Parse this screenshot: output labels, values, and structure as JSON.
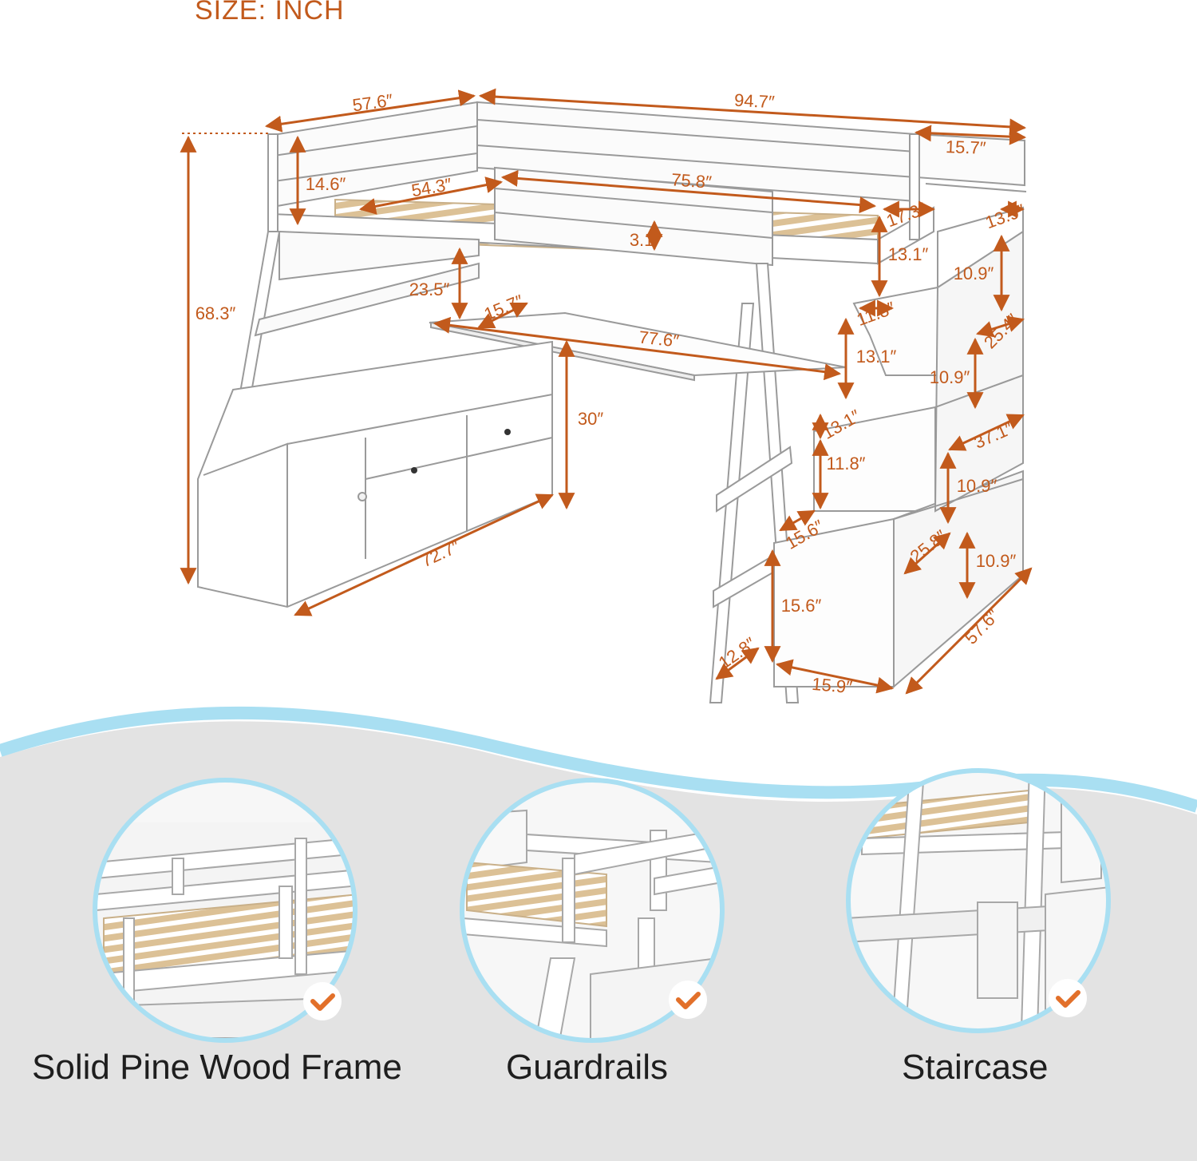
{
  "header": {
    "size_unit_label": "SIZE: INCH"
  },
  "colors": {
    "dimension_orange": "#c25a1c",
    "frame_stroke": "#9a9a9a",
    "slat_wood": "#dcc196",
    "wave_blue": "#a9dff2",
    "panel_gray": "#e3e3e3",
    "circle_border": "#a9dff2",
    "check_badge": "#e2702a"
  },
  "dimensions": {
    "overall_width": "57.6″",
    "overall_length": "94.7″",
    "stair_top_width": "15.7″",
    "overall_height": "68.3″",
    "guardrail_height": "14.6″",
    "mattress_width": "54.3″",
    "mattress_length": "75.8″",
    "slat_gap": "3.1″",
    "stair_step_depth_top": "17.3″",
    "stair_rail_top": "13.9″",
    "step_height_1": "13.1″",
    "step_drawer_1": "10.9″",
    "desk_clearance": "23.5″",
    "desk_depth": "15.7″",
    "step_depth_2": "11.8″",
    "stair_width_upper": "25.4″",
    "desk_length": "77.6″",
    "step_height_2": "13.1″",
    "step_drawer_2": "10.9″",
    "desk_height": "30″",
    "step_height_3": "13.1″",
    "stair_total_depth": "37.1″",
    "step_depth_3": "11.8″",
    "step_drawer_3": "10.9″",
    "step_height_4": "15.6″",
    "stair_width_lower": "25.8″",
    "step_drawer_4": "10.9″",
    "cabinet_length": "72.7″",
    "bottom_step_height": "15.6″",
    "ladder_gap": "12.8″",
    "bottom_step_depth": "15.9″",
    "stair_side_length": "57.6″"
  },
  "features": [
    {
      "label": "Solid Pine Wood Frame",
      "check_icon": "check-icon"
    },
    {
      "label": "Guardrails",
      "check_icon": "check-icon"
    },
    {
      "label": "Staircase",
      "check_icon": "check-icon"
    }
  ]
}
